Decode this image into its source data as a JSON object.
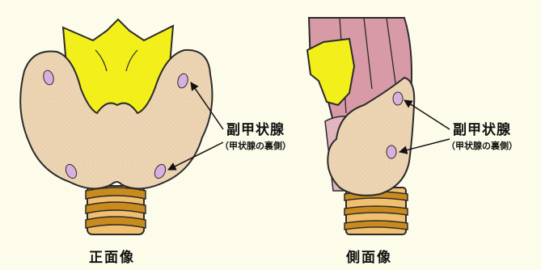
{
  "front_view": {
    "caption": "正面像",
    "annotation_title": "副甲状腺",
    "annotation_sub": "（甲状腺の裏側）"
  },
  "side_view": {
    "caption": "側面像",
    "annotation_title": "副甲状腺",
    "annotation_sub": "（甲状腺の裏側）"
  },
  "colors": {
    "background": "#fdfbea",
    "thyroid": "#ecd4b3",
    "thyroid_cartilage": "#f2ef1b",
    "parathyroid": "#d8b0e0",
    "trachea_ring": "#c98a1e",
    "trachea_band": "#f0c070",
    "pharynx": "#d89aa6",
    "outline": "#2b2b2b"
  }
}
